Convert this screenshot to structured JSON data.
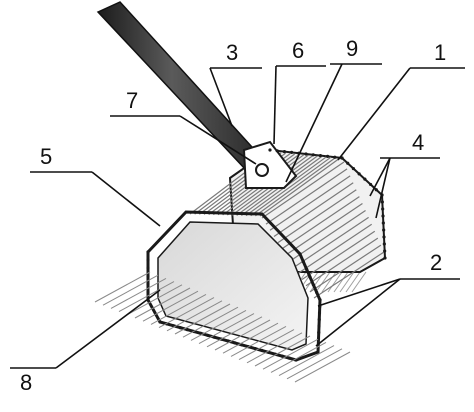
{
  "figure": {
    "reference_numerals": [
      "1",
      "2",
      "3",
      "4",
      "5",
      "6",
      "7",
      "8",
      "9"
    ],
    "colors": {
      "line": "#1a1a1a",
      "handle_dark": "#2b2b2b",
      "handle_light": "#8a8a8a",
      "bristle": "#9a9a9a",
      "panel": "#e9e9e9",
      "background": "#ffffff"
    }
  }
}
